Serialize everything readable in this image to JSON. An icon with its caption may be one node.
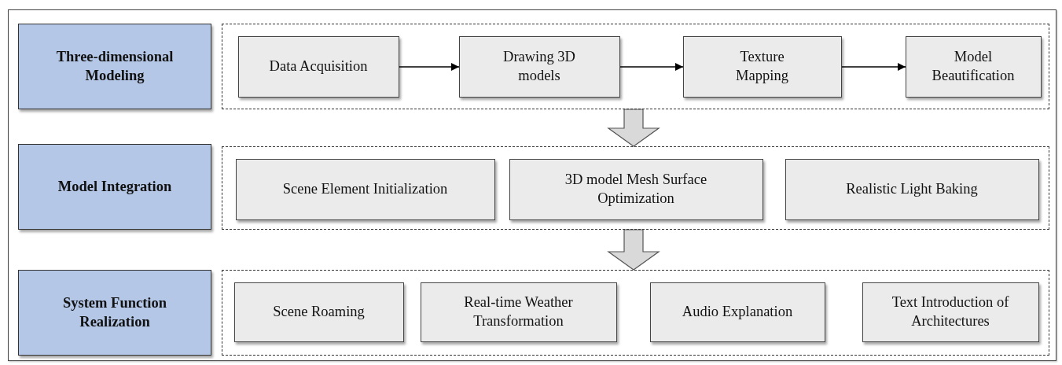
{
  "diagram": {
    "nodes": [
      {
        "text": [
          "Three-dimensional Modeling"
        ]
      },
      {
        "text": [],
        "shape": "box"
      },
      {
        "text": [
          "Data Acquisition"
        ],
        "in": 1
      },
      {
        "text": [
          "Drawing 3D models"
        ],
        "in": 1
      },
      {
        "text": [
          "Texture Mapping"
        ],
        "in": 1
      },
      {
        "text": [
          "Model Beautification"
        ],
        "in": 1
      },
      {
        "text": [
          "Model Integration"
        ]
      },
      {
        "text": [],
        "shape": "box"
      },
      {
        "text": [
          "Scene Element Initialization"
        ],
        "in": 7
      },
      {
        "text": [
          "3D model Mesh Surface Optimization"
        ],
        "in": 7
      },
      {
        "text": [
          "Realistic Light Baking"
        ],
        "in": 7
      },
      {
        "text": [
          "System Function Realization"
        ]
      },
      {
        "text": [],
        "shape": "box"
      },
      {
        "text": [
          "Scene Roaming"
        ],
        "in": 12
      },
      {
        "text": [
          "Real-time Weather Transformation"
        ],
        "in": 12
      },
      {
        "text": [
          "Audio Explanation"
        ],
        "in": 12
      },
      {
        "text": [
          "Text Introduction of Architectures"
        ],
        "in": 12
      }
    ],
    "edges": [
      {
        "from": 2,
        "to": 3,
        "arrow": "to"
      },
      {
        "from": 3,
        "to": 4,
        "arrow": "to"
      },
      {
        "from": 4,
        "to": 5,
        "arrow": "to"
      },
      {
        "from": 1,
        "to": 7,
        "arrow": "to",
        "style": "thick",
        "color": "#d9d9d9"
      },
      {
        "from": 7,
        "to": 12,
        "arrow": "to",
        "style": "thick",
        "color": "#d9d9d9"
      }
    ]
  }
}
